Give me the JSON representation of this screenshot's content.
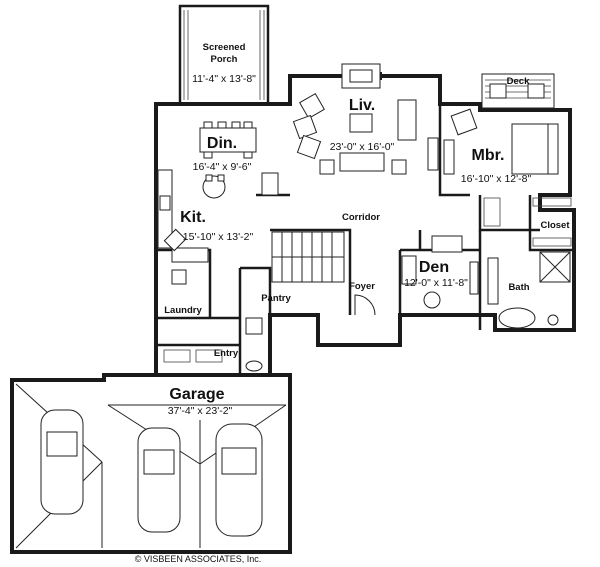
{
  "rooms": {
    "porch": {
      "name_line1": "Screened",
      "name_line2": "Porch",
      "dims": "11'-4\" x 13'-8\""
    },
    "living": {
      "name": "Liv.",
      "dims": "23'-0\" x 16'-0\""
    },
    "deck": {
      "name": "Deck"
    },
    "master": {
      "name": "Mbr.",
      "dims": "16'-10\" x 12'-8\""
    },
    "dining": {
      "name": "Din.",
      "dims": "16'-4\" x 9'-6\""
    },
    "kitchen": {
      "name": "Kit.",
      "dims": "15'-10\" x 13'-2\""
    },
    "corridor": {
      "name": "Corridor"
    },
    "closet": {
      "name": "Closet"
    },
    "den": {
      "name": "Den",
      "dims": "12'-0\" x 11'-8\""
    },
    "foyer": {
      "name": "Foyer"
    },
    "pantry": {
      "name": "Pantry"
    },
    "laundry": {
      "name": "Laundry"
    },
    "bath": {
      "name": "Bath"
    },
    "entry": {
      "name": "Entry"
    },
    "garage": {
      "name": "Garage",
      "dims": "37'-4\" x 23'-2\""
    }
  },
  "copyright": "© VISBEEN ASSOCIATES, Inc."
}
